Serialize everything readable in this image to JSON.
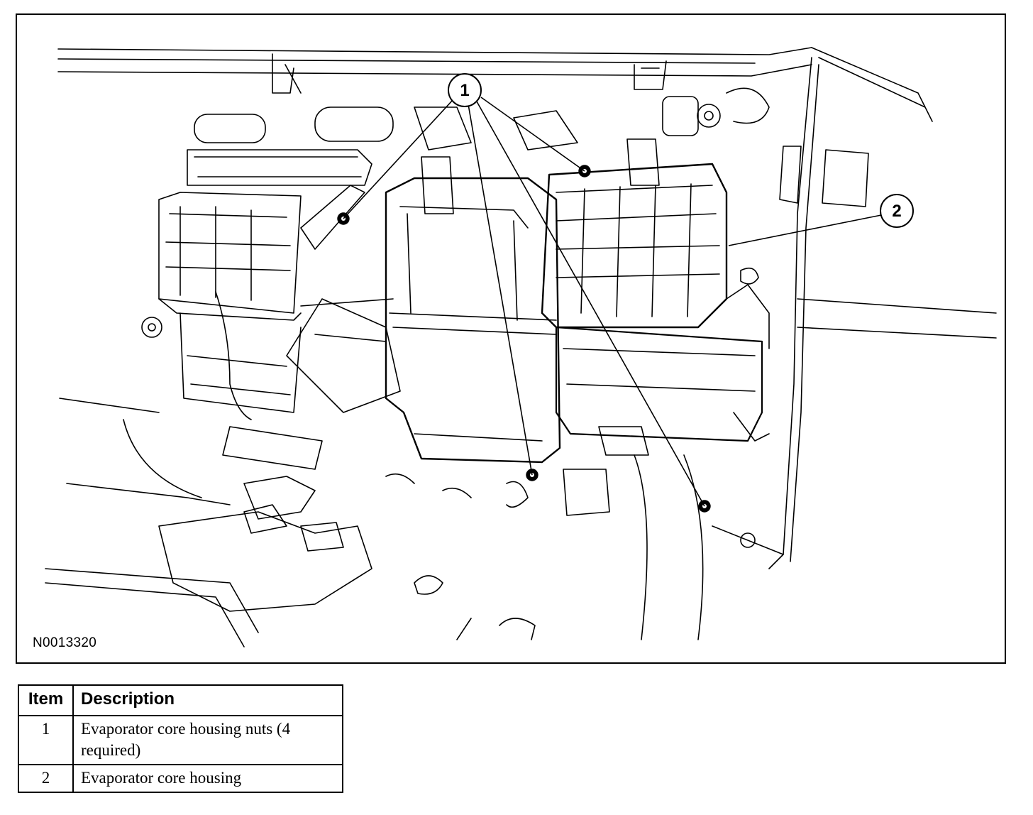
{
  "figure": {
    "id": "N0013320",
    "callouts": [
      "1",
      "2"
    ]
  },
  "legend": {
    "headers": {
      "item": "Item",
      "description": "Description"
    },
    "rows": [
      {
        "item": "1",
        "description": "Evaporator core housing nuts (4 required)"
      },
      {
        "item": "2",
        "description": "Evaporator core housing"
      }
    ]
  }
}
